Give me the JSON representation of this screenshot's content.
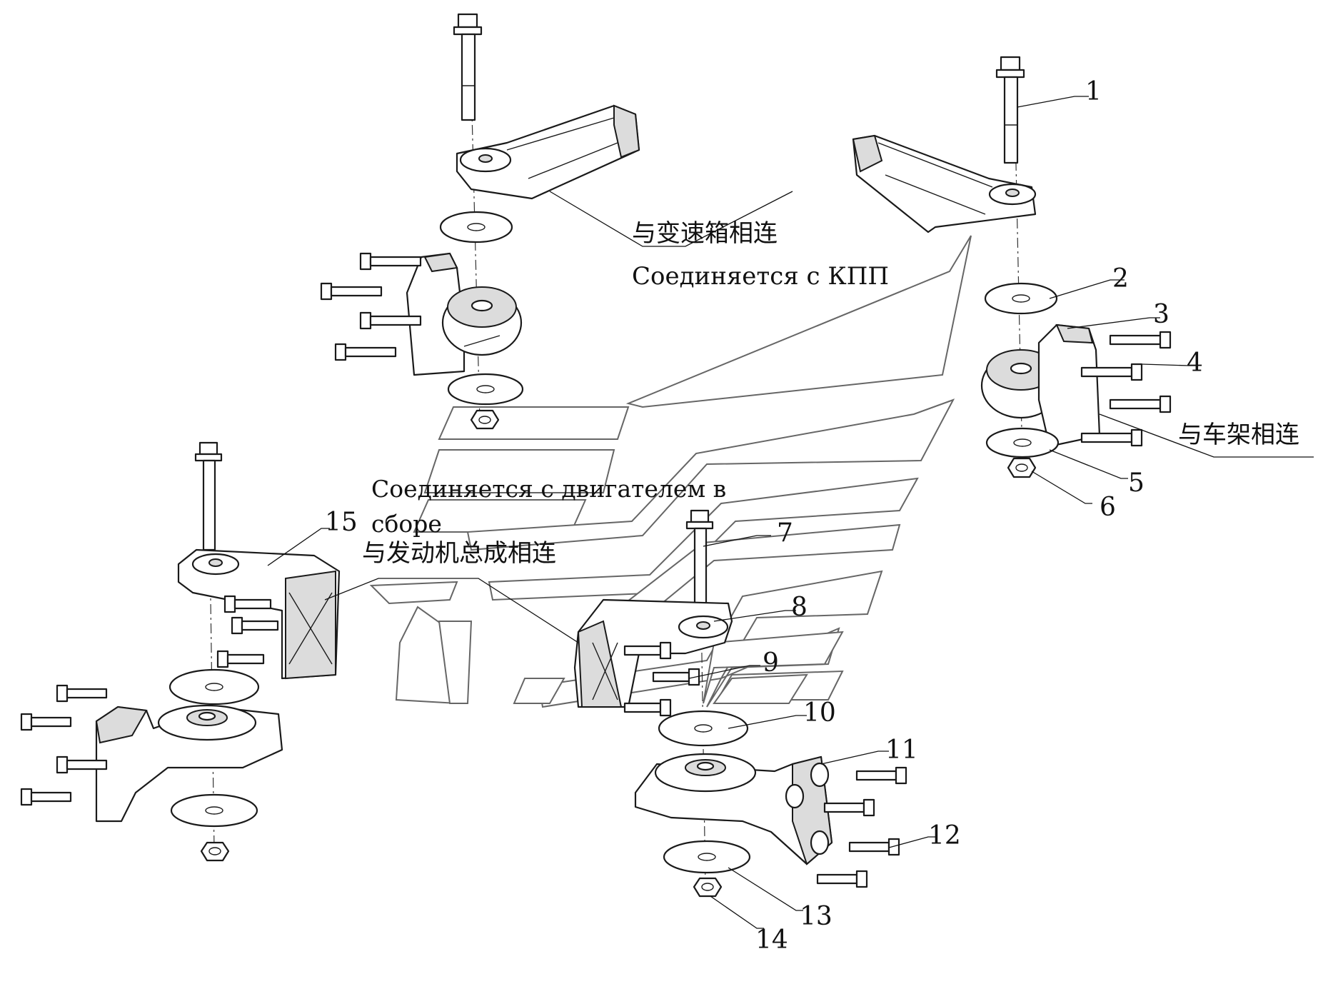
{
  "callouts": {
    "c1": "1",
    "c2": "2",
    "c3": "3",
    "c4": "4",
    "c5": "5",
    "c6": "6",
    "c7": "7",
    "c8": "8",
    "c9": "9",
    "c10": "10",
    "c11": "11",
    "c12": "12",
    "c13": "13",
    "c14": "14",
    "c15": "15"
  },
  "labels": {
    "transmission_cn": "与变速箱相连",
    "transmission_ru": "Соединяется с КПП",
    "frame_cn": "与车架相连",
    "engine_ru_line1": "Соединяется с двигателем в",
    "engine_ru_line2": "сборе",
    "engine_cn": "与发动机总成相连"
  }
}
